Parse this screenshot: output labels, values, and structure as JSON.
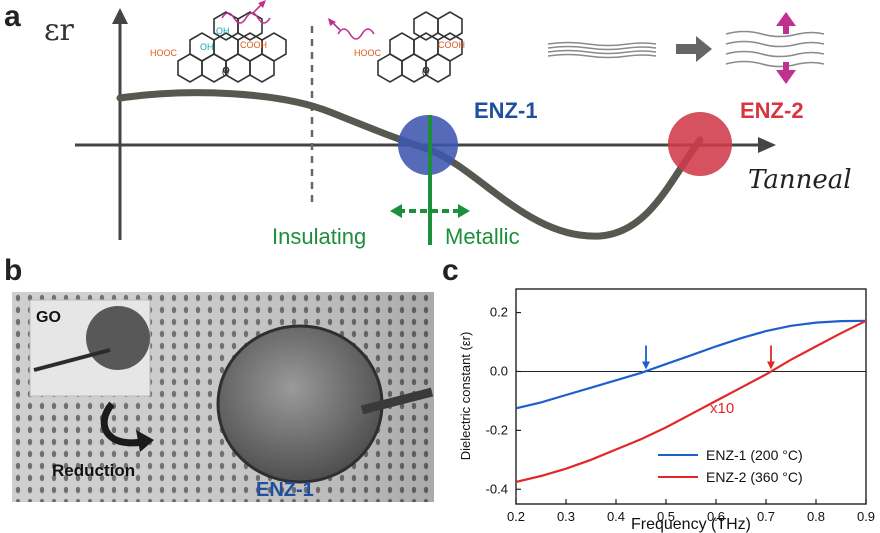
{
  "panel_a": {
    "letter": "a",
    "y_axis_label": "εr",
    "x_axis_label": "Tanneal",
    "enz1_label": "ENZ-1",
    "enz2_label": "ENZ-2",
    "insulating_label": "Insulating",
    "metallic_label": "Metallic",
    "molecule_labels": [
      "HOOC",
      "OH",
      "OH",
      "COOH",
      "O",
      "HOOC",
      "COOH",
      "O"
    ],
    "colors": {
      "curve": "#55594f",
      "enz1": "#3d56b0",
      "enz2": "#d03a4a",
      "divider": "#1d8f3c",
      "arrow": "#c0308e"
    }
  },
  "panel_b": {
    "letter": "b",
    "inset_label": "GO",
    "arrow_label": "Reduction",
    "sample_label": "ENZ-1"
  },
  "chart_data": {
    "letter": "c",
    "type": "line",
    "xlabel": "Frequency (THz)",
    "ylabel": "Dielectric constant (εr)",
    "xlim": [
      0.2,
      0.9
    ],
    "ylim": [
      -0.45,
      0.28
    ],
    "x_ticks": [
      "0.2",
      "0.3",
      "0.4",
      "0.5",
      "0.6",
      "0.7",
      "0.8",
      "0.9"
    ],
    "y_ticks": [
      "-0.4",
      "-0.2",
      "0.0",
      "0.2"
    ],
    "zero_line": true,
    "legend_position": "bottom-right",
    "annotation": "x10",
    "series": [
      {
        "name": "ENZ-1 (200 °C)",
        "color": "#1f5fcc",
        "x": [
          0.2,
          0.25,
          0.3,
          0.35,
          0.4,
          0.45,
          0.5,
          0.55,
          0.6,
          0.65,
          0.7,
          0.75,
          0.8,
          0.85,
          0.9
        ],
        "y": [
          -0.125,
          -0.105,
          -0.08,
          -0.055,
          -0.03,
          -0.005,
          0.025,
          0.055,
          0.085,
          0.113,
          0.137,
          0.155,
          0.166,
          0.171,
          0.172
        ],
        "crossing_x": 0.46
      },
      {
        "name": "ENZ-2 (360 °C)",
        "color": "#e02828",
        "x": [
          0.2,
          0.25,
          0.3,
          0.35,
          0.4,
          0.45,
          0.5,
          0.55,
          0.6,
          0.65,
          0.7,
          0.75,
          0.8,
          0.85,
          0.9
        ],
        "y": [
          -0.375,
          -0.355,
          -0.33,
          -0.3,
          -0.265,
          -0.23,
          -0.19,
          -0.145,
          -0.1,
          -0.055,
          -0.01,
          0.04,
          0.085,
          0.13,
          0.172
        ],
        "crossing_x": 0.71
      }
    ]
  }
}
